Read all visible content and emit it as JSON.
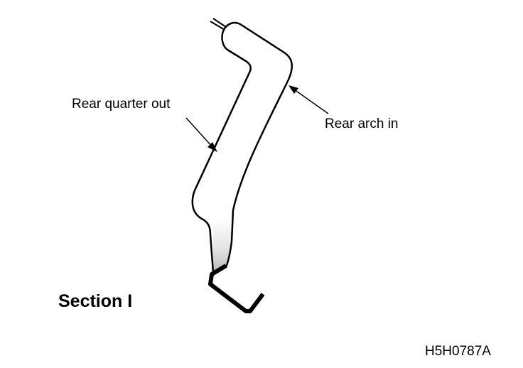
{
  "labels": {
    "rear_quarter_out": "Rear quarter out",
    "rear_arch_in": "Rear arch in"
  },
  "section_title": "Section I",
  "figure_code": "H5H0787A",
  "colors": {
    "line": "#000000",
    "panel_fill": "#ffffff",
    "shade": "#c8c8c8",
    "background": "#ffffff"
  }
}
